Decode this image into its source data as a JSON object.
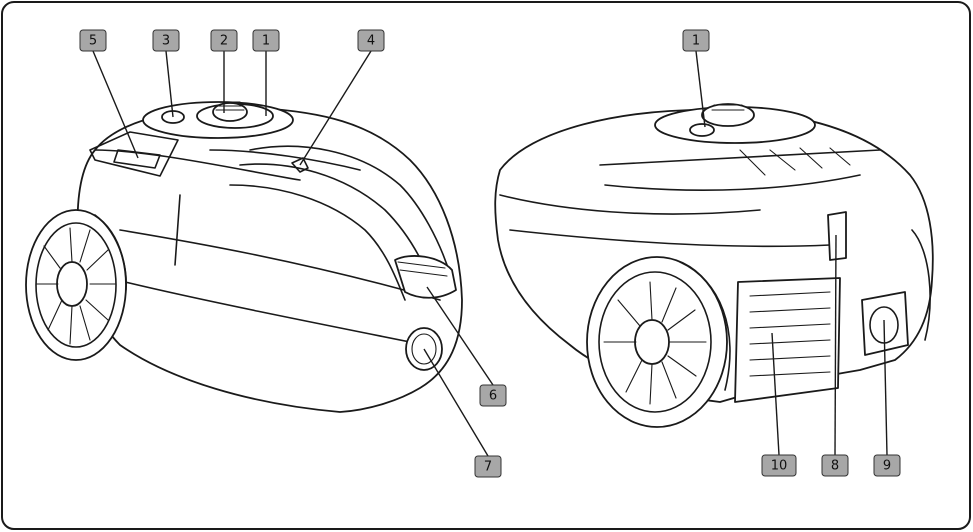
{
  "callouts": [
    "1",
    "2",
    "3",
    "4",
    "5",
    "6",
    "7",
    "8",
    "9",
    "10"
  ],
  "left_view": {
    "callouts": [
      "5",
      "3",
      "2",
      "1",
      "4",
      "6",
      "7"
    ]
  },
  "right_view": {
    "callouts": [
      "1",
      "10",
      "8",
      "9"
    ]
  }
}
